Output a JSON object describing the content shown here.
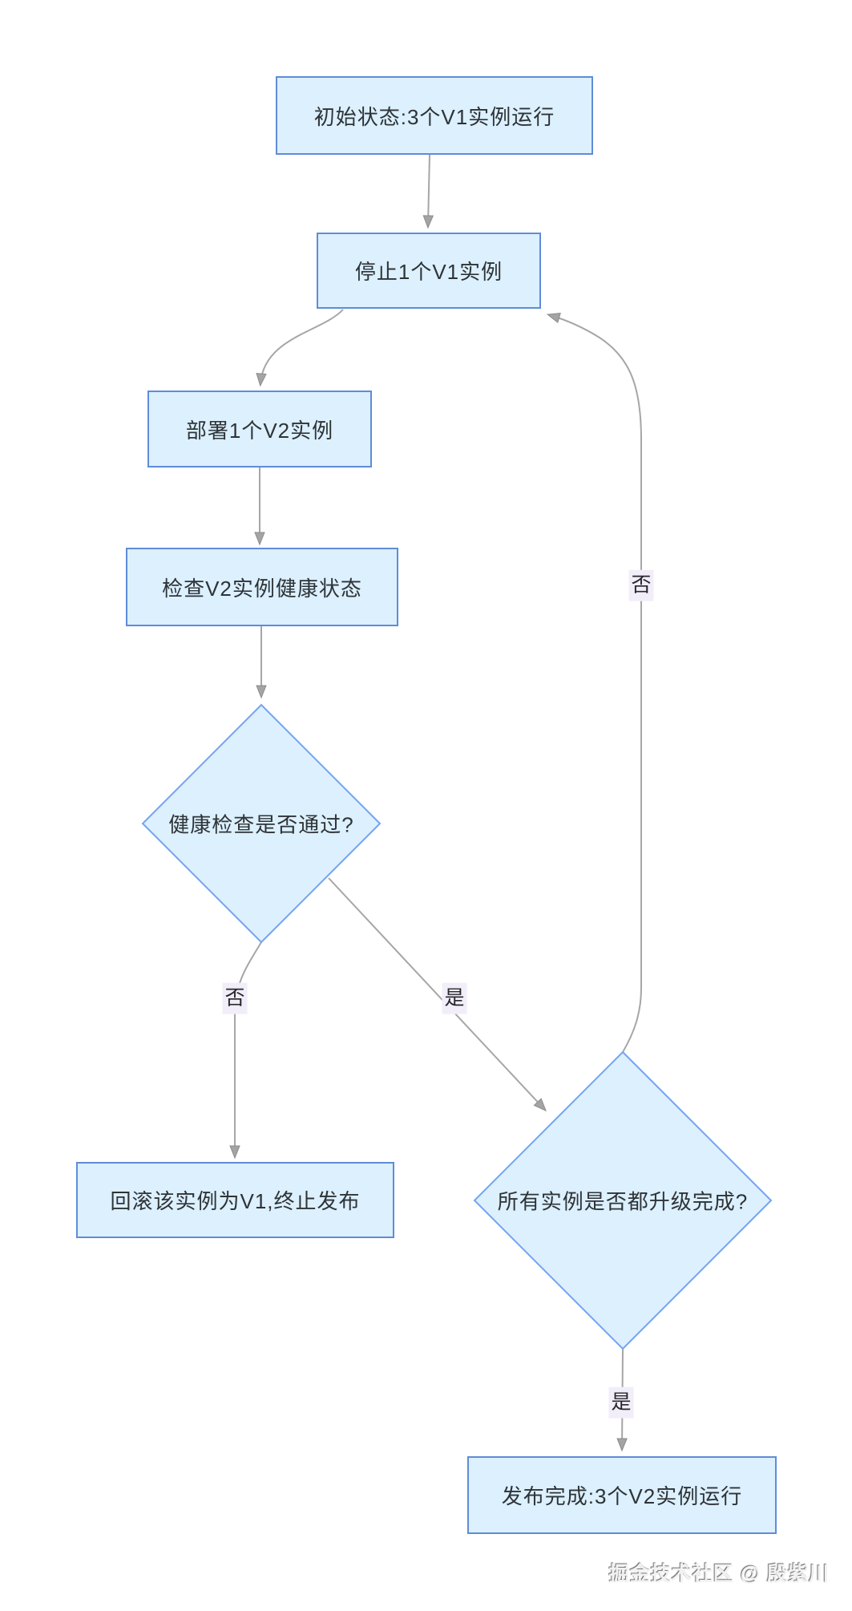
{
  "diagram": {
    "type": "flowchart",
    "topic": "rolling-upgrade-deployment-flow",
    "nodes": {
      "start": {
        "label": "初始状态:3个V1实例运行",
        "shape": "rect"
      },
      "stop_v1": {
        "label": "停止1个V1实例",
        "shape": "rect"
      },
      "deploy_v2": {
        "label": "部署1个V2实例",
        "shape": "rect"
      },
      "check_health": {
        "label": "检查V2实例健康状态",
        "shape": "rect"
      },
      "health_decision": {
        "label": "健康检查是否通过?",
        "shape": "diamond"
      },
      "rollback": {
        "label": "回滚该实例为V1,终止发布",
        "shape": "rect"
      },
      "upgraded_decision": {
        "label": "所有实例是否都升级完成?",
        "shape": "diamond"
      },
      "complete": {
        "label": "发布完成:3个V2实例运行",
        "shape": "rect"
      }
    },
    "edges": [
      {
        "from": "start",
        "to": "stop_v1",
        "label": ""
      },
      {
        "from": "stop_v1",
        "to": "deploy_v2",
        "label": ""
      },
      {
        "from": "deploy_v2",
        "to": "check_health",
        "label": ""
      },
      {
        "from": "check_health",
        "to": "health_decision",
        "label": ""
      },
      {
        "from": "health_decision",
        "to": "rollback",
        "label": "否"
      },
      {
        "from": "health_decision",
        "to": "upgraded_decision",
        "label": "是"
      },
      {
        "from": "upgraded_decision",
        "to": "stop_v1",
        "label": "否"
      },
      {
        "from": "upgraded_decision",
        "to": "complete",
        "label": "是"
      }
    ],
    "edge_labels": {
      "health_no": "否",
      "health_yes": "是",
      "upgraded_no": "否",
      "upgraded_yes": "是"
    },
    "colors": {
      "node_fill": "#dcf0fd",
      "rect_border": "#5f8cd8",
      "diamond_border": "#74a3f2",
      "edge_stroke": "#a6a6a6",
      "arrowhead_fill": "#a4a4a4",
      "edge_label_bg": "#f2eef9",
      "text": "#2e3338"
    }
  },
  "watermark": {
    "text": "掘金技术社区 @ 殷紫川"
  }
}
